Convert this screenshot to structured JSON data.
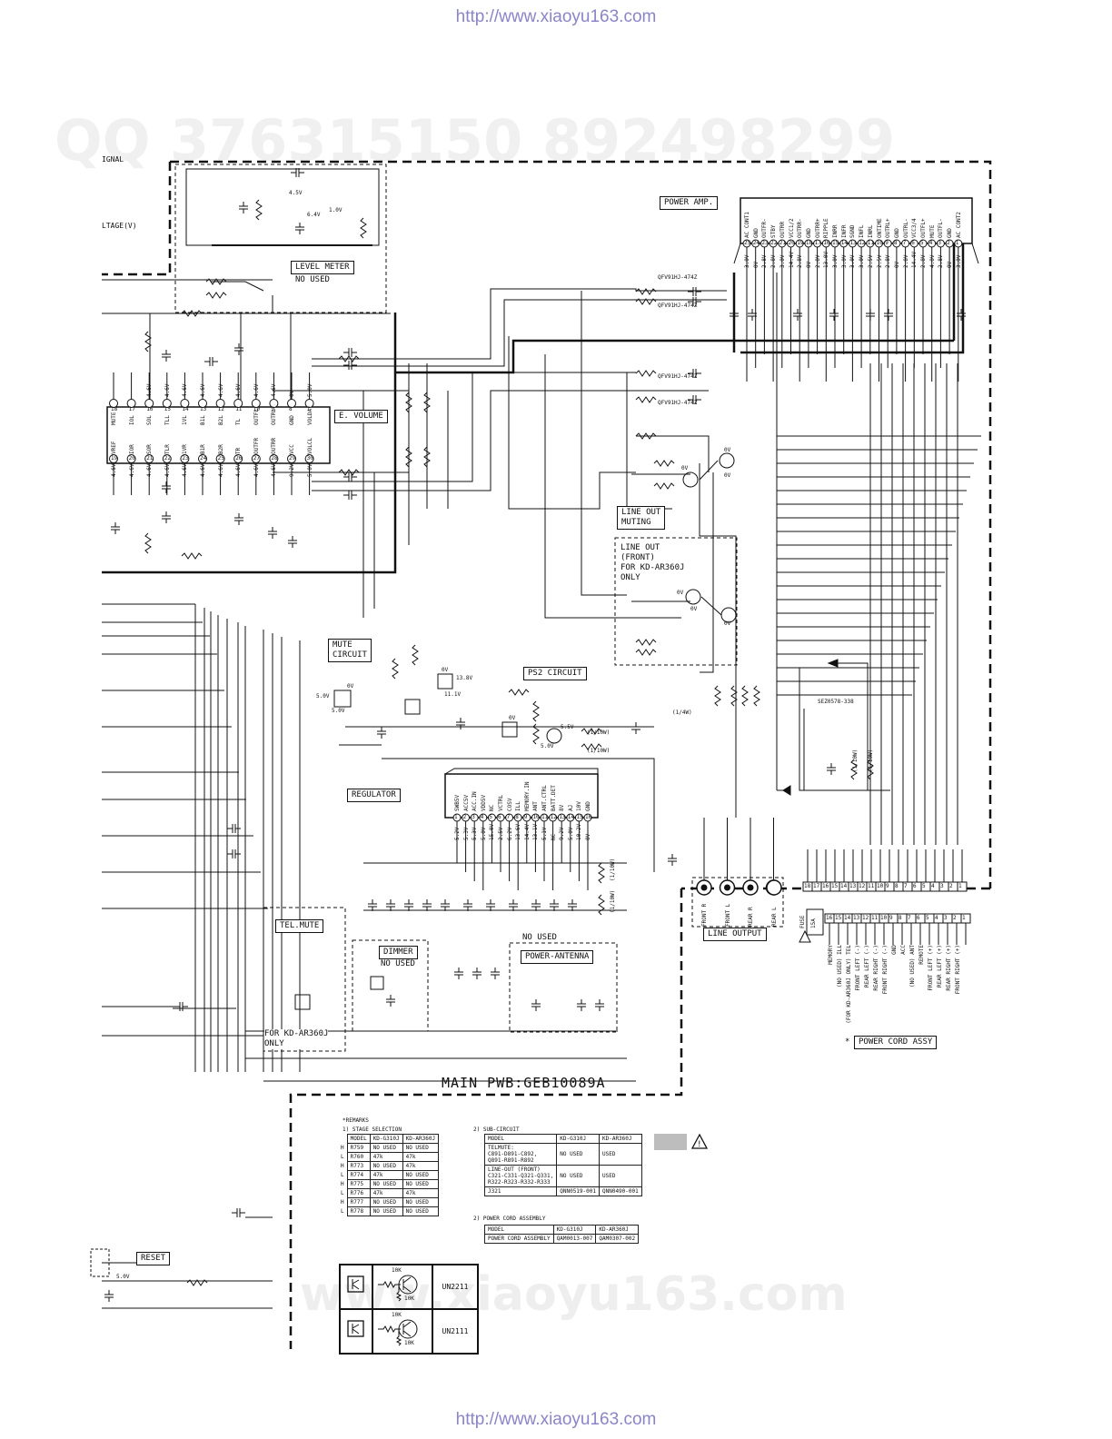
{
  "header_url": "http://www.xiaoyu163.com",
  "footer_url": "http://www.xiaoyu163.com",
  "watermark_top": "QQ 376315150   892498299",
  "watermark_bottom": "www.xiaoyu163.com",
  "margin_labels": {
    "signal": "IGNAL",
    "voltage": "LTAGE(V)"
  },
  "blocks": {
    "level_meter": "LEVEL METER",
    "level_meter_note": "NO USED",
    "power_amp": "POWER AMP.",
    "e_volume": "E. VOLUME",
    "line_out_muting": "LINE OUT\nMUTING",
    "line_out_front": "LINE OUT\n(FRONT)\nFOR KD-AR360J\nONLY",
    "mute_circuit": "MUTE\nCIRCUIT",
    "ps2_circuit": "PS2 CIRCUIT",
    "regulator": "REGULATOR",
    "tel_mute": "TEL.MUTE",
    "for_kd_ar360j_only": "FOR KD-AR360J\nONLY",
    "dimmer": "DIMMER",
    "dimmer_note": "NO USED",
    "power_antenna_note": "NO USED",
    "power_antenna": "POWER-ANTENNA",
    "line_output": "LINE OUTPUT",
    "power_cord_assy": "POWER CORD ASSY",
    "reset": "RESET",
    "main_pwb": "MAIN PWB:GEB10089A"
  },
  "evolume_top_pins": [
    {
      "n": "18",
      "name": "MUTE",
      "v": ""
    },
    {
      "n": "17",
      "name": "IOL",
      "v": ""
    },
    {
      "n": "16",
      "name": "SOL",
      "v": "4.6V"
    },
    {
      "n": "15",
      "name": "TLL",
      "v": "4.6V"
    },
    {
      "n": "14",
      "name": "1VL",
      "v": "4.6V"
    },
    {
      "n": "13",
      "name": "B1L",
      "v": "4.6V"
    },
    {
      "n": "12",
      "name": "B2L",
      "v": "4.6V"
    },
    {
      "n": "11",
      "name": "TL",
      "v": "4.6V"
    },
    {
      "n": "10",
      "name": "OUTFL",
      "v": "4.6V"
    },
    {
      "n": "9",
      "name": "OUTRL",
      "v": "4.6V"
    },
    {
      "n": "8",
      "name": "GND",
      "v": "0V"
    },
    {
      "n": "7",
      "name": "VOLDA",
      "v": "5.0V"
    }
  ],
  "evolume_bottom_pins": [
    {
      "n": "19",
      "name": "VREF",
      "v": "4.6V"
    },
    {
      "n": "20",
      "name": "IOR",
      "v": "4.6V"
    },
    {
      "n": "21",
      "name": "SOR",
      "v": "4.6V"
    },
    {
      "n": "22",
      "name": "TLR",
      "v": "4.6V"
    },
    {
      "n": "23",
      "name": "1VR",
      "v": "4.6V"
    },
    {
      "n": "24",
      "name": "B1R",
      "v": "4.6V"
    },
    {
      "n": "25",
      "name": "B2R",
      "v": "4.6V"
    },
    {
      "n": "26",
      "name": "TR",
      "v": "4.6V"
    },
    {
      "n": "27",
      "name": "OUTFR",
      "v": "4.6V"
    },
    {
      "n": "28",
      "name": "OUTRR",
      "v": "4.6V"
    },
    {
      "n": "29",
      "name": "VCC",
      "v": "9.2V"
    },
    {
      "n": "30",
      "name": "VOLCL",
      "v": "5.0V"
    }
  ],
  "power_amp_pins": [
    {
      "n": "25",
      "name": "AC CONT1",
      "v": "3.0V"
    },
    {
      "n": "24",
      "name": "GND",
      "v": "0V"
    },
    {
      "n": "23",
      "name": "OUTFR-",
      "v": "2.8V"
    },
    {
      "n": "22",
      "name": "STBY",
      "v": "2.8V"
    },
    {
      "n": "21",
      "name": "OUTRR",
      "v": "3.0V"
    },
    {
      "n": "20",
      "name": "VCC1/2",
      "v": "14.4V"
    },
    {
      "n": "19",
      "name": "OUTRR-",
      "v": "2.8V"
    },
    {
      "n": "18",
      "name": "GND",
      "v": "0V"
    },
    {
      "n": "17",
      "name": "OUTRR+",
      "v": "2.8V"
    },
    {
      "n": "16",
      "name": "RIPPLE",
      "v": "13.0V"
    },
    {
      "n": "15",
      "name": "INRR",
      "v": "3.0V"
    },
    {
      "n": "14",
      "name": "INFR",
      "v": "3.0V"
    },
    {
      "n": "13",
      "name": "SGND",
      "v": "3.0V"
    },
    {
      "n": "12",
      "name": "INFL",
      "v": "3.0V"
    },
    {
      "n": "11",
      "name": "INRL",
      "v": "2.5V"
    },
    {
      "n": "10",
      "name": "ONTIME",
      "v": "2.5V"
    },
    {
      "n": "9",
      "name": "OUTRL+",
      "v": "2.8V"
    },
    {
      "n": "8",
      "name": "GND",
      "v": "0V"
    },
    {
      "n": "7",
      "name": "OUTRL-",
      "v": "2.8V"
    },
    {
      "n": "6",
      "name": "VCC3/4",
      "v": "14.4V"
    },
    {
      "n": "5",
      "name": "OUTFL+",
      "v": "2.8V"
    },
    {
      "n": "4",
      "name": "MUTE",
      "v": "4.0V"
    },
    {
      "n": "3",
      "name": "OUTFL-",
      "v": "2.8V"
    },
    {
      "n": "2",
      "name": "GND",
      "v": "0V"
    },
    {
      "n": "1",
      "name": "AC CONT2",
      "v": "3.0V"
    }
  ],
  "regulator_pins": [
    {
      "n": "1",
      "name": "SWB5V",
      "v": "5.2V"
    },
    {
      "n": "2",
      "name": "ACC5V",
      "v": "5.3V"
    },
    {
      "n": "3",
      "name": "ACC.IN",
      "v": "5.3V"
    },
    {
      "n": "4",
      "name": "VDD5V",
      "v": "5.0V"
    },
    {
      "n": "5",
      "name": "NC",
      "v": "15.0V"
    },
    {
      "n": "6",
      "name": "VCTRL",
      "v": "2.5V"
    },
    {
      "n": "7",
      "name": "COSV",
      "v": "6.2V"
    },
    {
      "n": "8",
      "name": "ILL",
      "v": "13.6V"
    },
    {
      "n": "9",
      "name": "MEMORY.IN",
      "v": "14.4V"
    },
    {
      "n": "10",
      "name": "ANT",
      "v": "13.1V"
    },
    {
      "n": "11",
      "name": "ANT.CTRL",
      "v": "5.1V"
    },
    {
      "n": "12",
      "name": "BATT.DET",
      "v": "NC"
    },
    {
      "n": "13",
      "name": "8V",
      "v": "9.2V"
    },
    {
      "n": "14",
      "name": "AJ",
      "v": "5.0V"
    },
    {
      "n": "15",
      "name": "10V",
      "v": "10.2V"
    },
    {
      "n": "16",
      "name": "GND",
      "v": "0V"
    }
  ],
  "line_output_jacks": [
    "FRONT R",
    "FRONT L",
    "REAR R",
    "REAR L"
  ],
  "connector_pins": [
    "18",
    "17",
    "16",
    "15",
    "14",
    "13",
    "12",
    "11",
    "10",
    "9",
    "8",
    "7",
    "6",
    "5",
    "4",
    "3",
    "2",
    "1"
  ],
  "cord_pins": [
    "16",
    "15",
    "14",
    "13",
    "12",
    "11",
    "10",
    "9",
    "8",
    "7",
    "6",
    "5",
    "4",
    "3",
    "2",
    "1"
  ],
  "power_cord_wires": [
    "MEMORY",
    "(NO USED) ILL",
    "(FOR KD-AR360J ONLY) TEL",
    "FRONT LEFT (-)",
    "REAR LEFT (-)",
    "REAR RIGHT (-)",
    "FRONT RIGHT (-)",
    "GND",
    "ACC",
    "(NO USED) ANT",
    "REMOTE",
    "FRONT LEFT (+)",
    "REAR LEFT (+)",
    "REAR RIGHT (+)",
    "FRONT RIGHT (+)"
  ],
  "component_labels": {
    "q_level_v1": "4.5V",
    "q_level_v2": "6.4V",
    "q_level_v3": "1.0V",
    "qfv_a": "QFV91HJ-474Z",
    "qfv_b": "QFV91HJ-474Z",
    "qfv_c": "QFV91HJ-474Z",
    "qfv_d": "QFV91HJ-474Z",
    "muting_v1": "0V",
    "muting_v2": "0V",
    "muting_v3": "0V",
    "front_v1": "0V",
    "front_v2": "0V",
    "front_v3": "0V",
    "mute_v1": "0V",
    "mute_v2": "5.0V",
    "mute_v3": "5.0V",
    "mute_v4": "0V",
    "mute_v5": "13.8V",
    "mute_v6": "11.1V",
    "ps2_v1": "0V",
    "ps2_v2": "5.5V",
    "ps2_v3": "5.0V",
    "res_1_4w": "(1/4W)",
    "res_1_10w_a": "(1/10W)",
    "res_1_10w_b": "(1/10W)",
    "res_1_10w_c": "(1/10W)",
    "res_1_10w_d": "(1/10W)",
    "res_1_10w_e": "(1/10W)",
    "res_1_10w_f": "(1/10W)",
    "zener": "SEZ0578-338",
    "fuse": "FUSE",
    "fuse_rating": "15A",
    "reset_v": "5.0V"
  },
  "remarks": {
    "title": "*REMARKS",
    "stage_title": "1) STAGE SELECTION",
    "sub_title": "2) SUB-CIRCUIT",
    "cord_title": "2) POWER CORD ASSEMBLY"
  },
  "stage_table": {
    "header": [
      "",
      "MODEL",
      "KD-G310J",
      "KD-AR360J"
    ],
    "rows": [
      [
        "H",
        "R759",
        "NO USED",
        "NO USED"
      ],
      [
        "L",
        "R760",
        "47k",
        "47k"
      ],
      [
        "H",
        "R773",
        "NO USED",
        "47k"
      ],
      [
        "L",
        "R774",
        "47k",
        "NO USED"
      ],
      [
        "H",
        "R775",
        "NO USED",
        "NO USED"
      ],
      [
        "L",
        "R776",
        "47k",
        "47k"
      ],
      [
        "H",
        "R777",
        "NO USED",
        "NO USED"
      ],
      [
        "L",
        "R778",
        "NO USED",
        "NO USED"
      ]
    ]
  },
  "sub_table": {
    "header": [
      "MODEL",
      "KD-G310J",
      "KD-AR360J"
    ],
    "rows": [
      [
        "TELMUTE:\nC891-D891-C892,\nQ891-R891-R892",
        "NO USED",
        "USED"
      ],
      [
        "LINE-OUT (FRONT)\nC321-C331-Q321-Q331,\nR322-R323-R332-R333",
        "NO USED",
        "USED"
      ],
      [
        "J321",
        "QNN0519-001",
        "QNN0490-001"
      ]
    ]
  },
  "cord_table": {
    "header": [
      "MODEL",
      "KD-G310J",
      "KD-AR360J"
    ],
    "rows": [
      [
        "POWER CORD ASSEMBLY",
        "QAM0013-007",
        "QAM0307-002"
      ]
    ]
  },
  "transistor_legend": [
    {
      "r1": "10K",
      "r2": "10K",
      "part": "UN2211"
    },
    {
      "r1": "10K",
      "r2": "10K",
      "part": "UN2111"
    }
  ],
  "colors": {
    "line": "#111111",
    "watermark": "#ececec",
    "url": "#8a84c8",
    "shaded": "#bdbdbd"
  }
}
